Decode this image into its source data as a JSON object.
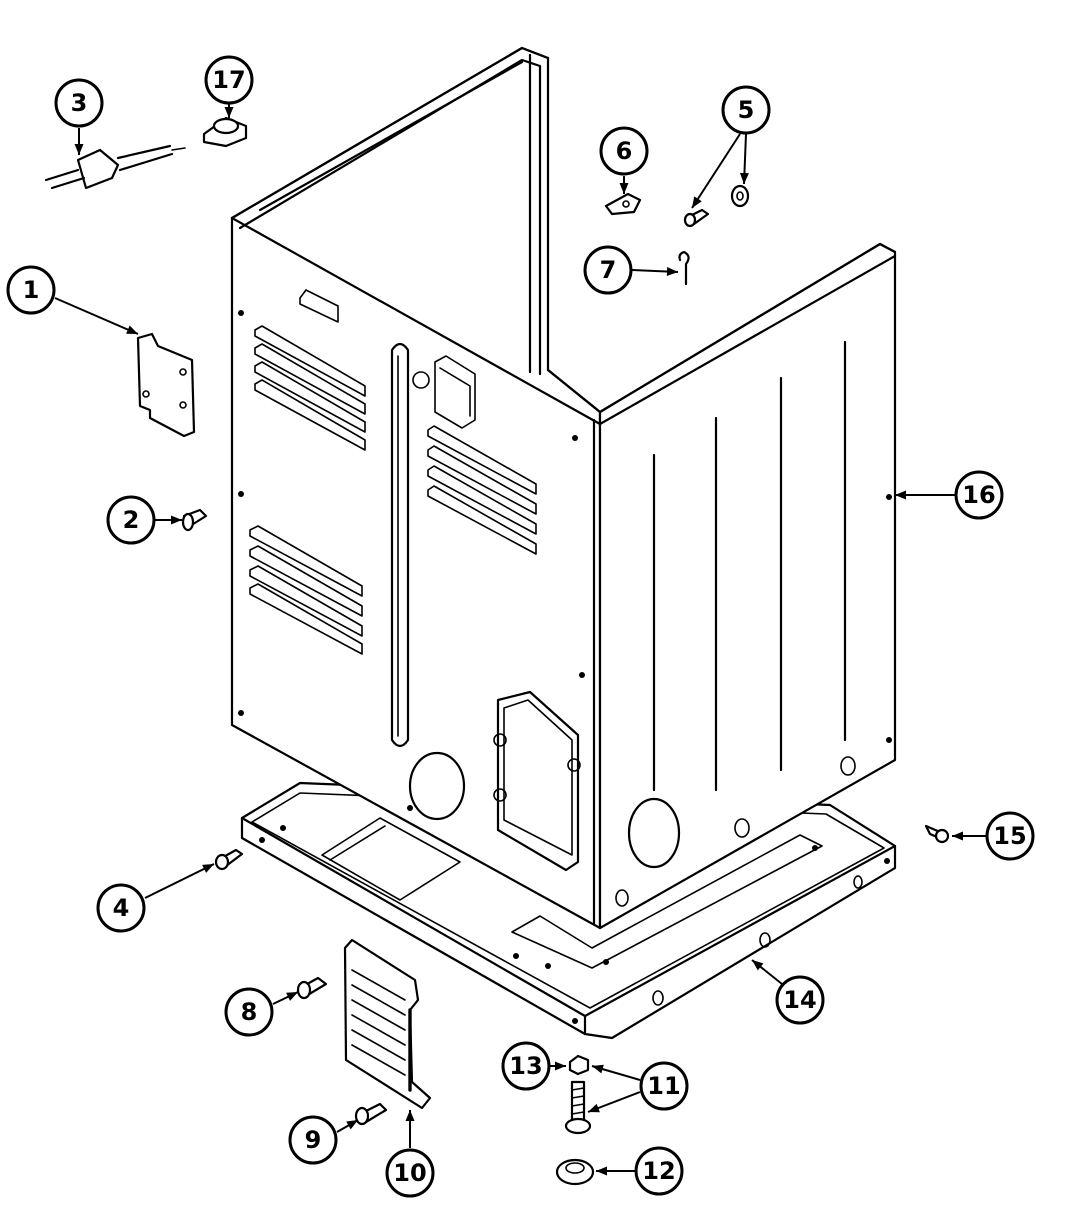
{
  "diagram": {
    "parts": [
      {
        "id": "rear-bracket",
        "label": "1"
      },
      {
        "id": "screw-2",
        "label": "2"
      },
      {
        "id": "power-cord",
        "label": "3"
      },
      {
        "id": "screw-4",
        "label": "4"
      },
      {
        "id": "screw-washer",
        "label": "5"
      },
      {
        "id": "clip-6",
        "label": "6"
      },
      {
        "id": "hook-7",
        "label": "7"
      },
      {
        "id": "screw-8",
        "label": "8"
      },
      {
        "id": "screw-9",
        "label": "9"
      },
      {
        "id": "access-panel",
        "label": "10"
      },
      {
        "id": "leveling-leg",
        "label": "11"
      },
      {
        "id": "leg-pad",
        "label": "12"
      },
      {
        "id": "nut-13",
        "label": "13"
      },
      {
        "id": "base",
        "label": "14"
      },
      {
        "id": "screw-15",
        "label": "15"
      },
      {
        "id": "cabinet",
        "label": "16"
      },
      {
        "id": "strain-relief",
        "label": "17"
      }
    ]
  }
}
